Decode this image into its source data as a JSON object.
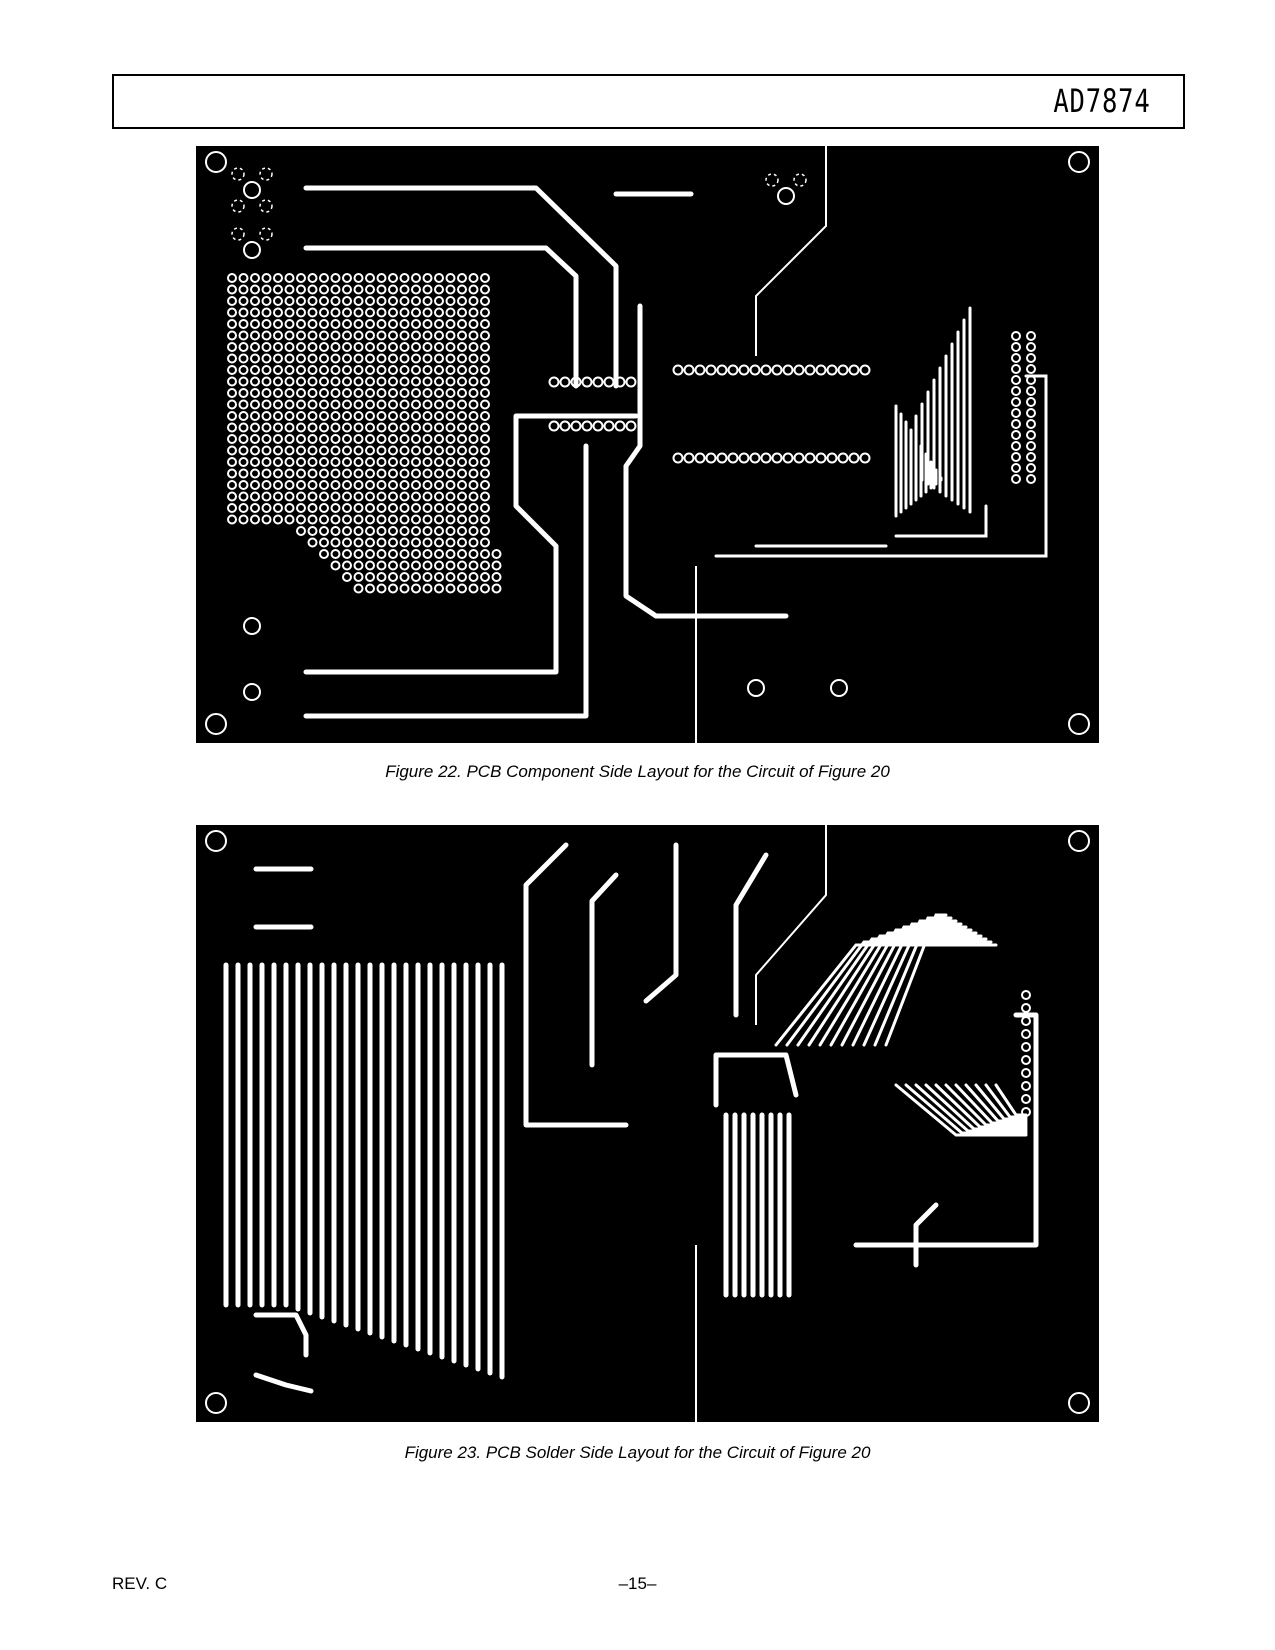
{
  "header": {
    "part_number": "AD7874"
  },
  "figures": [
    {
      "caption": "Figure 22.  PCB Component Side Layout for the Circuit of Figure 20"
    },
    {
      "caption": "Figure 23.  PCB Solder Side Layout for the Circuit of Figure 20"
    }
  ],
  "footer": {
    "revision": "REV. C",
    "page": "–15–"
  },
  "colors": {
    "board": "#000000",
    "copper": "#ffffff"
  }
}
